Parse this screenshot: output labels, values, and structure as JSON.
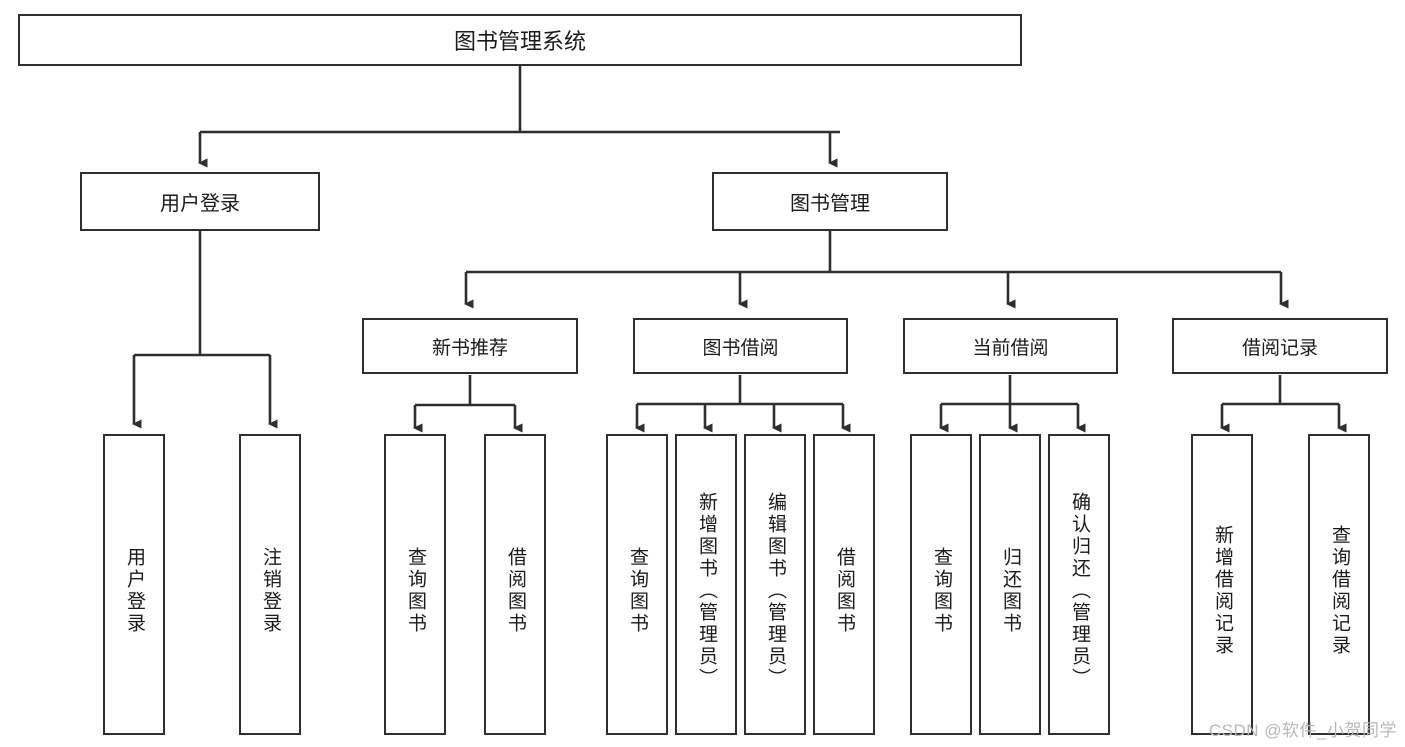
{
  "diagram": {
    "title": "图书管理系统",
    "watermark": "CSDN @软件_小贺同学",
    "level2": [
      {
        "label": "用户登录"
      },
      {
        "label": "图书管理"
      }
    ],
    "level3": [
      {
        "label": "新书推荐"
      },
      {
        "label": "图书借阅"
      },
      {
        "label": "当前借阅"
      },
      {
        "label": "借阅记录"
      }
    ],
    "leaves": {
      "user_login": [
        {
          "label": "用户登录"
        },
        {
          "label": "注销登录"
        }
      ],
      "new_book": [
        {
          "label": "查询图书"
        },
        {
          "label": "借阅图书"
        }
      ],
      "book_borrow": [
        {
          "label": "查询图书"
        },
        {
          "label": "新增图书（管理员）"
        },
        {
          "label": "编辑图书（管理员）"
        },
        {
          "label": "借阅图书"
        }
      ],
      "current_borrow": [
        {
          "label": "查询图书"
        },
        {
          "label": "归还图书"
        },
        {
          "label": "确认归还（管理员）"
        }
      ],
      "borrow_record": [
        {
          "label": "新增借阅记录"
        },
        {
          "label": "查询借阅记录"
        }
      ]
    },
    "colors": {
      "stroke": "#2f2f2f",
      "fill": "#ffffff",
      "text": "#1a1a1a",
      "watermark": "#b9b9b9"
    }
  }
}
